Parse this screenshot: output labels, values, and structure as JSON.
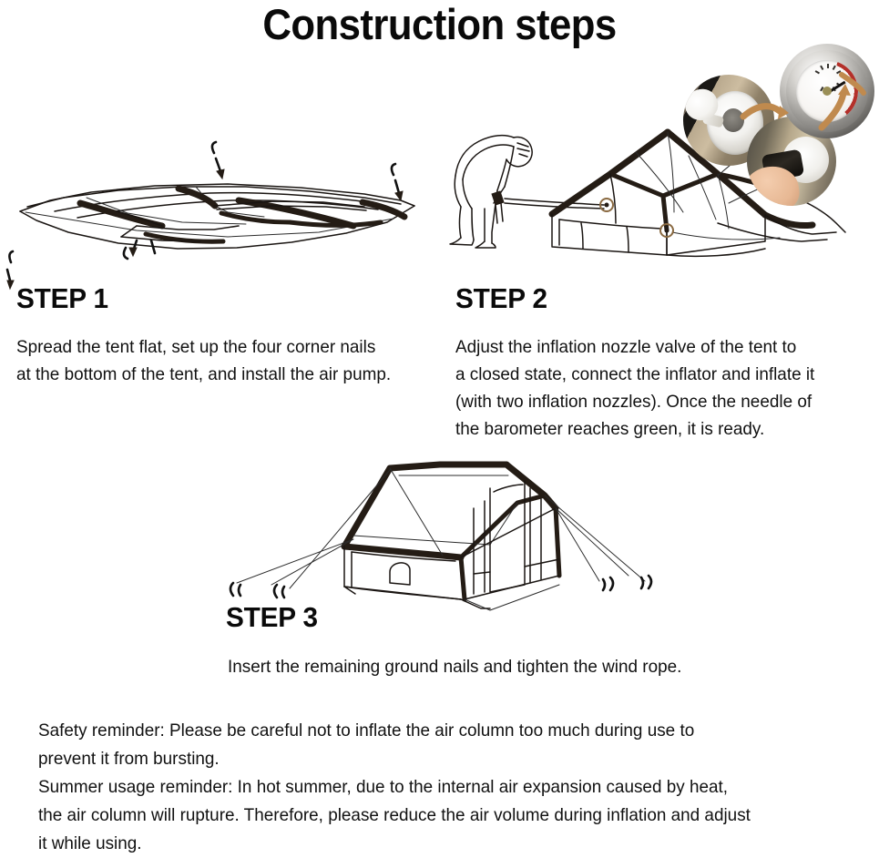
{
  "page": {
    "title": "Construction steps",
    "background_color": "#ffffff",
    "text_color": "#111111",
    "ink_color": "#241c15"
  },
  "steps": [
    {
      "id": "step-1",
      "heading": "STEP 1",
      "illustration": "flat-laid-tent-with-corner-stakes",
      "lines": [
        "Spread the tent flat, set up the four corner nails",
        "at the bottom of the tent, and install the air pump."
      ]
    },
    {
      "id": "step-2",
      "heading": "STEP 2",
      "illustration": "person-inflating-tent-with-pump",
      "lines": [
        "Adjust the inflation nozzle valve of the tent to",
        "a closed state, connect the inflator and inflate it",
        "(with two inflation nozzles). Once the needle of",
        "the barometer reaches green, it is ready."
      ]
    },
    {
      "id": "step-3",
      "heading": "STEP 3",
      "illustration": "erected-cabin-tent-with-guy-lines",
      "lines": [
        "Insert the remaining ground nails and tighten the wind rope."
      ]
    }
  ],
  "insets": [
    {
      "name": "inflation-valve-photo",
      "caption": ""
    },
    {
      "name": "hand-connecting-nozzle-photo",
      "caption": ""
    },
    {
      "name": "barometer-gauge-photo",
      "caption": ""
    }
  ],
  "footer": {
    "safety": [
      "Safety reminder: Please be careful not to inflate the air column too much during use to",
      "prevent it from bursting."
    ],
    "summer": [
      "Summer usage reminder: In hot summer, due to the internal air expansion caused by heat,",
      "the air column will rupture. Therefore, please reduce the air volume during inflation and adjust",
      "it while using."
    ]
  }
}
